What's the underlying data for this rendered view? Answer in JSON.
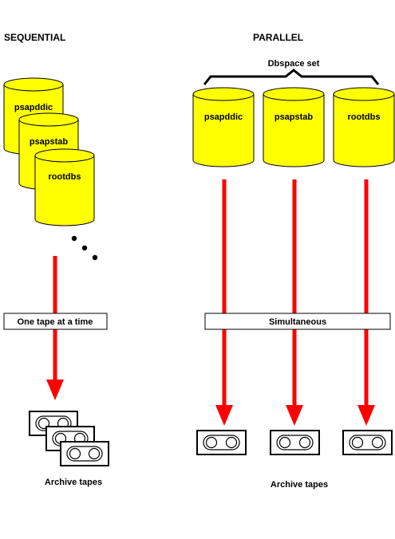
{
  "sequential": {
    "heading": "SEQUENTIAL",
    "dbspaces": [
      "psapddic",
      "psapstab",
      "rootdbs"
    ],
    "process_label": "One tape at a time",
    "tapes_label": "Archive tapes"
  },
  "parallel": {
    "heading": "PARALLEL",
    "group_label": "Dbspace set",
    "dbspaces": [
      "psapddic",
      "psapstab",
      "rootdbs"
    ],
    "process_label": "Simultaneous",
    "tapes_label": "Archive tapes"
  },
  "colors": {
    "cylinder_fill": "#ffff00",
    "arrow": "#ff0000",
    "outline": "#000000"
  },
  "icons": {
    "ellipsis": "more-dots-icon",
    "tape": "tape-cartridge-icon"
  }
}
